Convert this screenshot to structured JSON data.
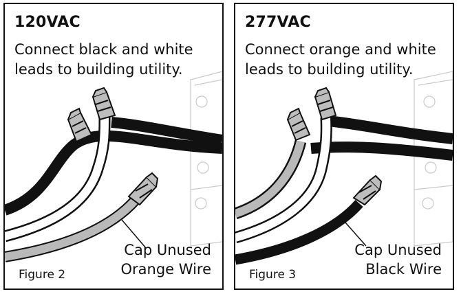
{
  "panels": [
    {
      "voltage": "120VAC",
      "instruction_line1": "Connect black and white",
      "instruction_line2": "leads to building utility.",
      "cap_line1": "Cap Unused",
      "cap_line2": "Orange Wire",
      "figure": "Figure 2"
    },
    {
      "voltage": "277VAC",
      "instruction_line1": "Connect orange and white",
      "instruction_line2": "leads to building utility.",
      "cap_line1": "Cap Unused",
      "cap_line2": "Black Wire",
      "figure": "Figure 3"
    }
  ],
  "colors": {
    "black_wire": "#111111",
    "white_wire": "#ffffff",
    "orange_wire_gray": "#b9b9b9",
    "outline": "#111111",
    "box_faint": "#c9c9c9"
  }
}
